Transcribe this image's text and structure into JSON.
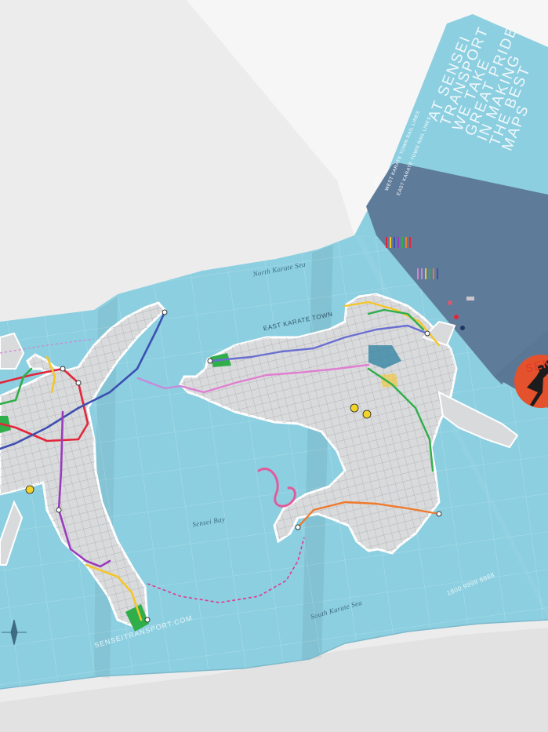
{
  "headline": {
    "lines": [
      "AT SENSEI",
      "TRANSPORT",
      "WE TAKE",
      "GREAT PRIDE",
      "IN MAKING",
      "THE BEST",
      "MAPS"
    ]
  },
  "key": {
    "title": "KEY:",
    "west_section": "WEST KARATE TOWN RAIL LINES",
    "east_section": "EAST KARATE TOWN RAIL LINES"
  },
  "map_labels": {
    "north_sea": "North Karate Sea",
    "east_town": "EAST KARATE TOWN",
    "bay": "Sensei Bay",
    "south_sea": "South Karate Sea"
  },
  "footer": {
    "url": "SENSEITRANSPORT.COM",
    "phone": "1800 9999 8888"
  },
  "logo": {
    "text": "SEN"
  },
  "colors": {
    "sea": "#8ccfe0",
    "land": "#d9dadc",
    "key_panel": "#5e7c9a",
    "logo": "#e4522d",
    "line_red": "#e2263b",
    "line_blue": "#3d4fb0",
    "line_purple": "#9a3bbb",
    "line_orange": "#ef7a2c",
    "line_yellow": "#f3c62a",
    "line_green": "#2fae4a",
    "line_pink": "#e07fd0",
    "line_lilac": "#c48ad9"
  }
}
